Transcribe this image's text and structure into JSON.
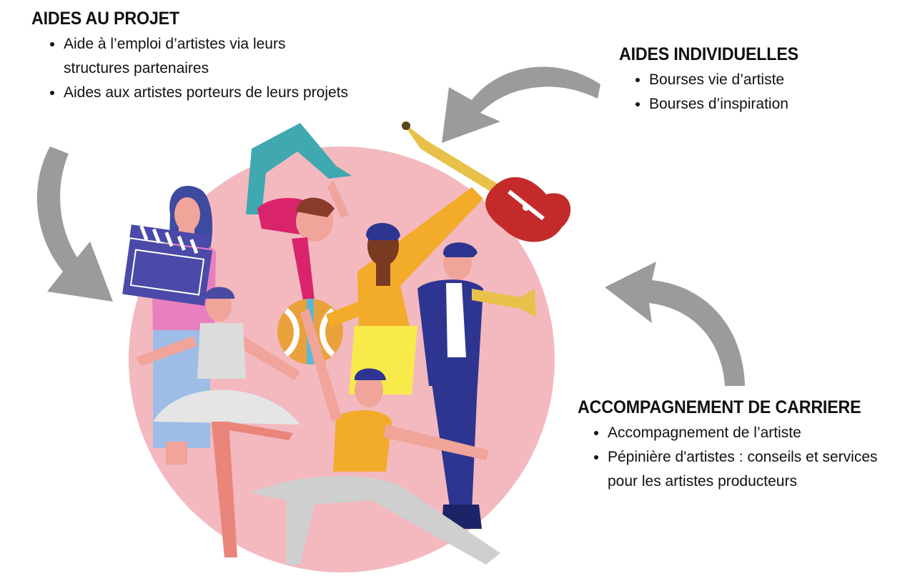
{
  "sections": {
    "projet": {
      "title": "AIDES AU PROJET",
      "items": [
        "Aide à l’emploi d’artistes via leurs structures partenaires",
        "Aides aux artistes porteurs de leurs projets"
      ]
    },
    "individuelles": {
      "title": "AIDES INDIVIDUELLES",
      "items": [
        "Bourses vie d’artiste",
        "Bourses d’inspiration"
      ]
    },
    "carriere": {
      "title": "ACCOMPAGNEMENT DE CARRIERE",
      "items": [
        "Accompagnement de l’artiste",
        "Pépinière d'artistes : conseils et services pour les artistes producteurs"
      ]
    }
  },
  "colors": {
    "circle": "#f3b9bf",
    "arrow": "#9b9b9b",
    "text": "#111111"
  },
  "icons": [
    "curved-arrow-icon",
    "clapperboard-icon",
    "electric-guitar-icon",
    "trumpet-icon",
    "fountain-pen-icon",
    "circus-ball-icon"
  ]
}
